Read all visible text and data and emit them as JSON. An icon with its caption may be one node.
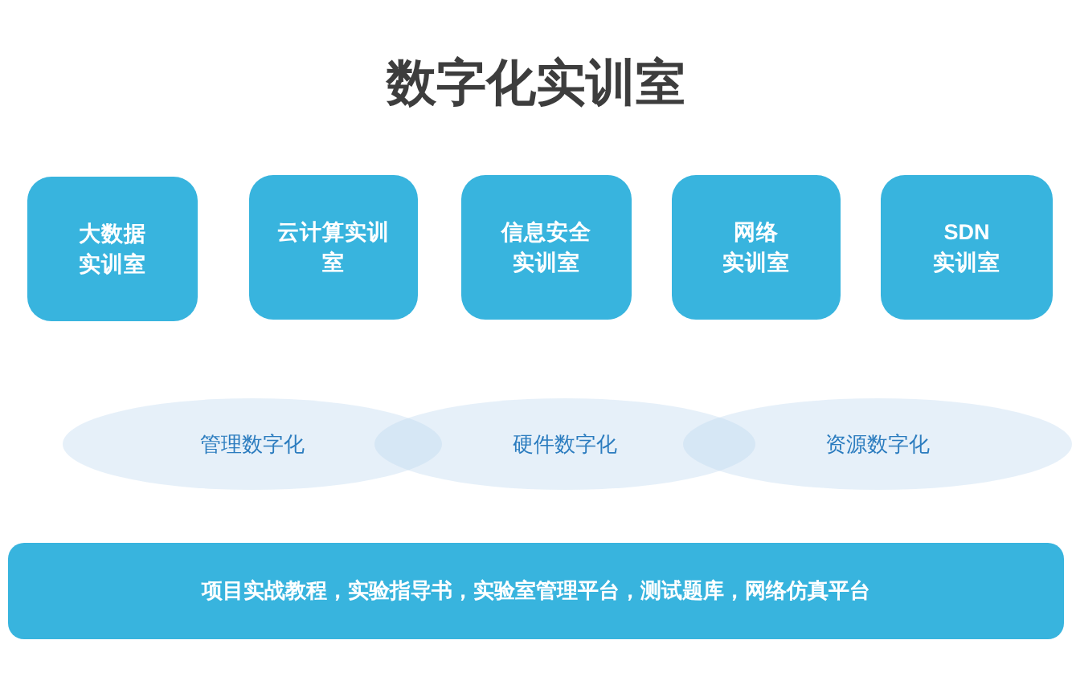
{
  "diagram": {
    "title": "数字化实训室",
    "nodes": [
      {
        "text": [
          "大数据实训室"
        ]
      },
      {
        "text": [
          "云计算实训室"
        ]
      },
      {
        "text": [
          "信息安全实训室"
        ]
      },
      {
        "text": [
          "网络实训室"
        ]
      },
      {
        "text": [
          "SDN实训室"
        ]
      },
      {
        "text": [
          "管理数字化"
        ]
      },
      {
        "text": [
          "硬件数字化"
        ]
      },
      {
        "text": [
          "资源数字化"
        ]
      },
      {
        "text": [
          "项目实战教程，实验指导书，实验室管理平台，测试题库，网络仿真平台"
        ]
      }
    ]
  }
}
